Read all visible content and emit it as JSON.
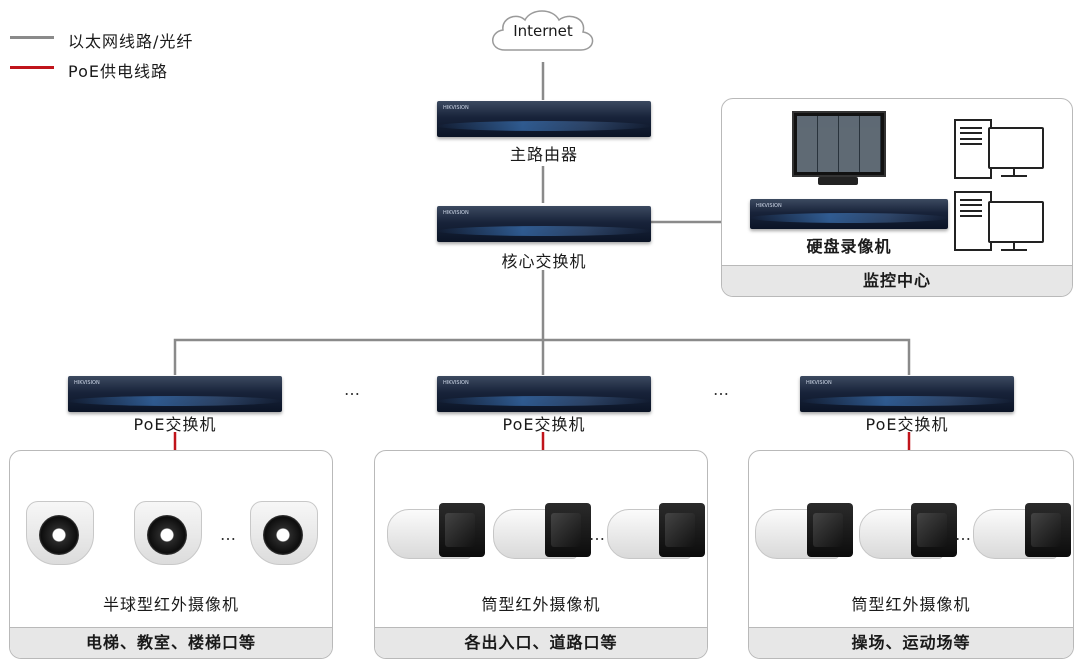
{
  "legend": {
    "gray_line": "以太网线路/光纤",
    "red_line": "PoE供电线路",
    "gray_color": "#8a8a8a",
    "red_color": "#c0141b"
  },
  "internet": {
    "label": "Internet"
  },
  "main_router": {
    "label": "主路由器"
  },
  "core_switch": {
    "label": "核心交换机"
  },
  "nvr": {
    "label": "硬盘录像机"
  },
  "monitoring_center": {
    "label": "监控中心"
  },
  "poe_switches": [
    {
      "label": "PoE交换机"
    },
    {
      "label": "PoE交换机"
    },
    {
      "label": "PoE交换机"
    }
  ],
  "ellipsis": "…",
  "camera_groups": [
    {
      "camera_label": "半球型红外摄像机",
      "location": "电梯、教室、楼梯口等"
    },
    {
      "camera_label": "筒型红外摄像机",
      "location": "各出入口、道路口等"
    },
    {
      "camera_label": "筒型红外摄像机",
      "location": "操场、运动场等"
    }
  ],
  "icons": {
    "internet": "cloud-icon",
    "router": "router-icon",
    "switch": "switch-icon",
    "nvr": "nvr-icon",
    "monitor": "monitor-icon",
    "pc": "desktop-computer-icon",
    "dome_camera": "dome-camera-icon",
    "bullet_camera": "bullet-camera-icon"
  }
}
